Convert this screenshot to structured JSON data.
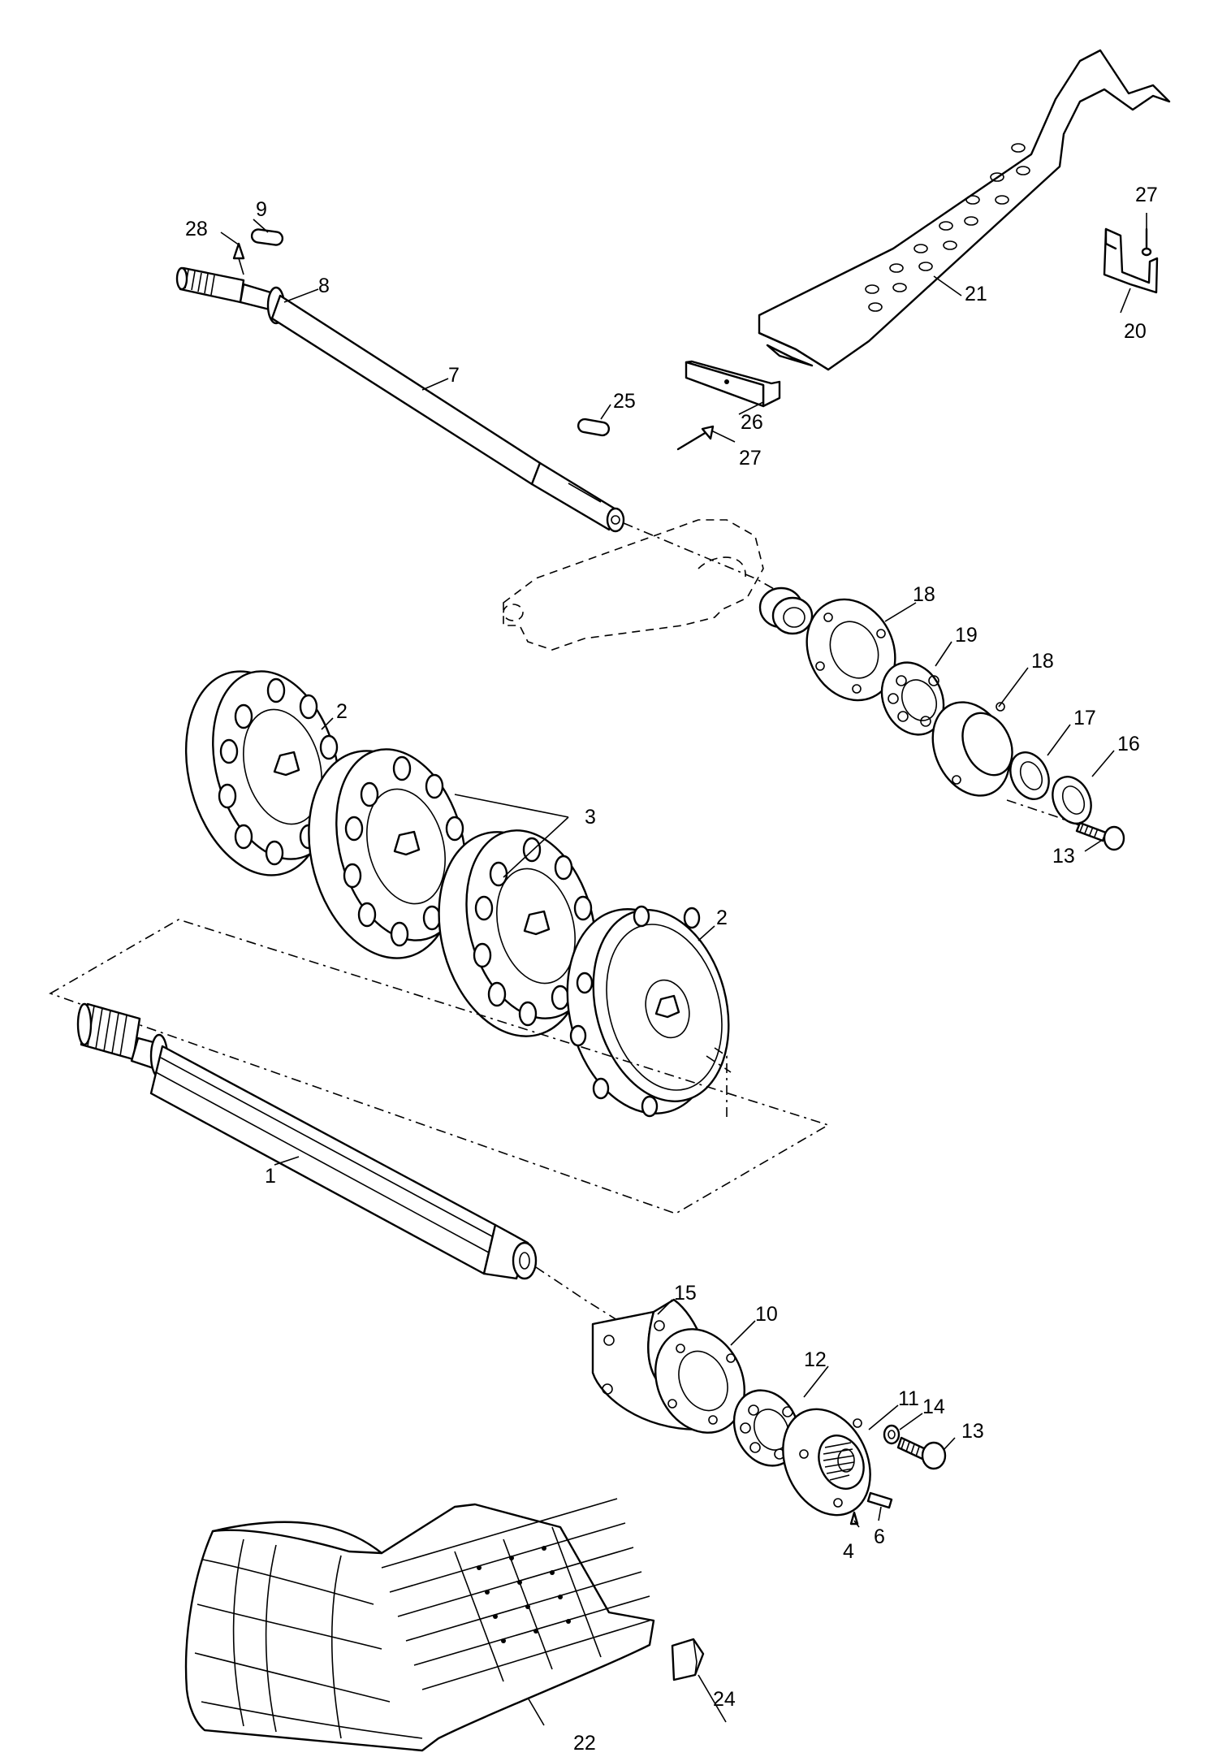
{
  "callouts": [
    {
      "id": "c1",
      "text": "1"
    },
    {
      "id": "c2a",
      "text": "2"
    },
    {
      "id": "c2b",
      "text": "2"
    },
    {
      "id": "c3",
      "text": "3"
    },
    {
      "id": "c4",
      "text": "4"
    },
    {
      "id": "c6",
      "text": "6"
    },
    {
      "id": "c7",
      "text": "7"
    },
    {
      "id": "c8",
      "text": "8"
    },
    {
      "id": "c9",
      "text": "9"
    },
    {
      "id": "c10",
      "text": "10"
    },
    {
      "id": "c11",
      "text": "11"
    },
    {
      "id": "c12",
      "text": "12"
    },
    {
      "id": "c13a",
      "text": "13"
    },
    {
      "id": "c13b",
      "text": "13"
    },
    {
      "id": "c14",
      "text": "14"
    },
    {
      "id": "c15",
      "text": "15"
    },
    {
      "id": "c16",
      "text": "16"
    },
    {
      "id": "c17",
      "text": "17"
    },
    {
      "id": "c18a",
      "text": "18"
    },
    {
      "id": "c18b",
      "text": "18"
    },
    {
      "id": "c19",
      "text": "19"
    },
    {
      "id": "c20",
      "text": "20"
    },
    {
      "id": "c21",
      "text": "21"
    },
    {
      "id": "c22",
      "text": "22"
    },
    {
      "id": "c24",
      "text": "24"
    },
    {
      "id": "c25",
      "text": "25"
    },
    {
      "id": "c26",
      "text": "26"
    },
    {
      "id": "c27a",
      "text": "27"
    },
    {
      "id": "c27b",
      "text": "27"
    },
    {
      "id": "c28",
      "text": "28"
    }
  ]
}
